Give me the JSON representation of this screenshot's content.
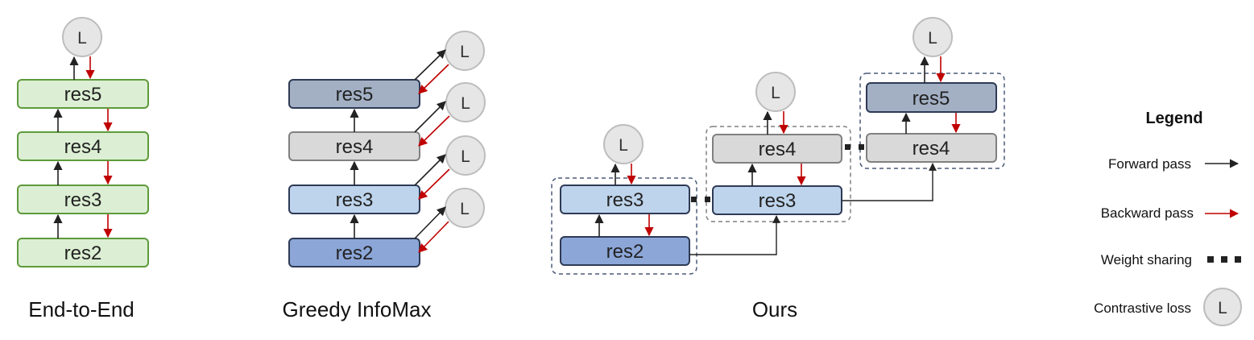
{
  "colors": {
    "forward": "#222222",
    "backward": "#c00000",
    "e2e_fill": "#dcefd4",
    "e2e_stroke": "#5e9a3b",
    "res5_fill": "#a3b0c4",
    "res4_fill": "#d9d9d9",
    "res3_fill": "#bed4ec",
    "res2_fill": "#8ca6d8",
    "block_stroke": "#2e3a55",
    "gray_stroke": "#808080",
    "loss_fill": "#e6e6e6",
    "loss_stroke": "#bdbdbd",
    "group_dash": "#4a5a78"
  },
  "end_to_end": {
    "caption": "End-to-End",
    "loss": "L",
    "blocks": [
      "res5",
      "res4",
      "res3",
      "res2"
    ]
  },
  "greedy_infomax": {
    "caption": "Greedy InfoMax",
    "losses": [
      "L",
      "L",
      "L",
      "L"
    ],
    "blocks": [
      "res5",
      "res4",
      "res3",
      "res2"
    ]
  },
  "ours": {
    "caption": "Ours",
    "group1": {
      "blocks": [
        "res3",
        "res2"
      ],
      "loss": "L"
    },
    "group2": {
      "blocks": [
        "res4",
        "res3"
      ],
      "loss": "L"
    },
    "group3": {
      "blocks": [
        "res5",
        "res4"
      ],
      "loss": "L"
    }
  },
  "legend": {
    "title": "Legend",
    "forward": "Forward pass",
    "backward": "Backward pass",
    "sharing": "Weight sharing",
    "contrastive": "Contrastive loss",
    "loss_symbol": "L"
  }
}
